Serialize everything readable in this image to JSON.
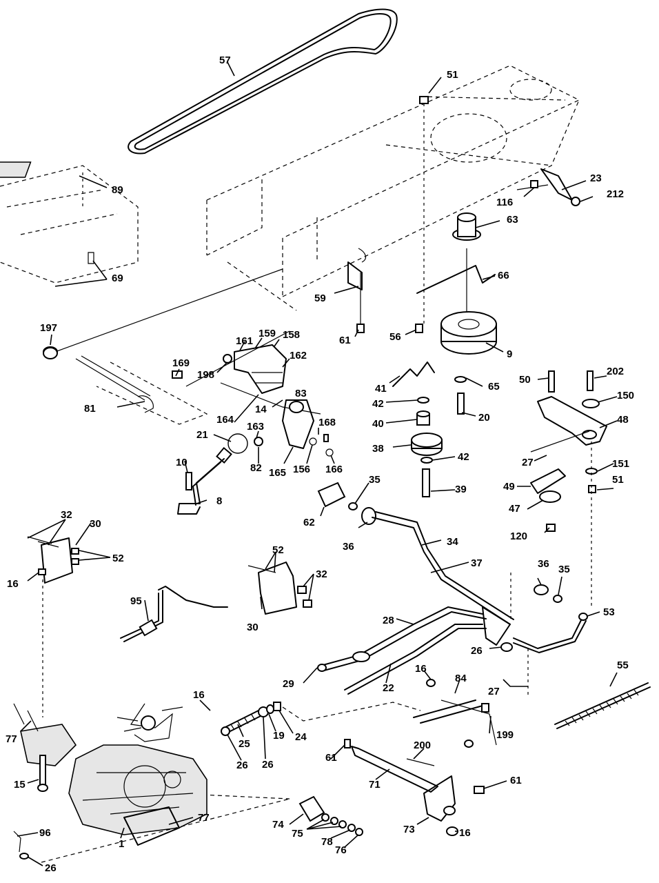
{
  "labels": {
    "l57": "57",
    "l51a": "51",
    "l89": "89",
    "l69": "69",
    "l23": "23",
    "l116": "116",
    "l212": "212",
    "l63": "63",
    "l66": "66",
    "l59": "59",
    "l61a": "61",
    "l56": "56",
    "l9": "9",
    "l197": "197",
    "l161": "161",
    "l159": "159",
    "l158": "158",
    "l169": "169",
    "l198": "198",
    "l162": "162",
    "l41": "41",
    "l65": "65",
    "l50": "50",
    "l202": "202",
    "l150": "150",
    "l42a": "42",
    "l20": "20",
    "l164": "164",
    "l14": "14",
    "l83": "83",
    "l163": "163",
    "l168": "168",
    "l81": "81",
    "l21": "21",
    "l40": "40",
    "l48": "48",
    "l38": "38",
    "l42b": "42",
    "l27a": "27",
    "l151": "151",
    "l10": "10",
    "l82": "82",
    "l165": "165",
    "l156": "156",
    "l166": "166",
    "l51b": "51",
    "l35a": "35",
    "l49": "49",
    "l39": "39",
    "l8": "8",
    "l62": "62",
    "l47": "47",
    "l32a": "32",
    "l30a": "30",
    "l36a": "36",
    "l34": "34",
    "l120": "120",
    "l52a": "52",
    "l52b": "52",
    "l37": "37",
    "l16a": "16",
    "l32b": "32",
    "l36b": "36",
    "l35b": "35",
    "l95": "95",
    "l30b": "30",
    "l53": "53",
    "l28": "28",
    "l26a": "26",
    "l55": "55",
    "l16b": "16",
    "l84": "84",
    "l27b": "27",
    "l29": "29",
    "l22": "22",
    "l16c": "16",
    "l77a": "77",
    "l25": "25",
    "l19": "19",
    "l24": "24",
    "l199": "199",
    "l26b": "26",
    "l26c": "26",
    "l200": "200",
    "l15": "15",
    "l61b": "61",
    "l71": "71",
    "l61c": "61",
    "l77b": "77",
    "l74": "74",
    "l73": "73",
    "l75": "75",
    "l78": "78",
    "l16d": "16",
    "l96": "96",
    "l76": "76",
    "l1": "1",
    "l26d": "26"
  }
}
